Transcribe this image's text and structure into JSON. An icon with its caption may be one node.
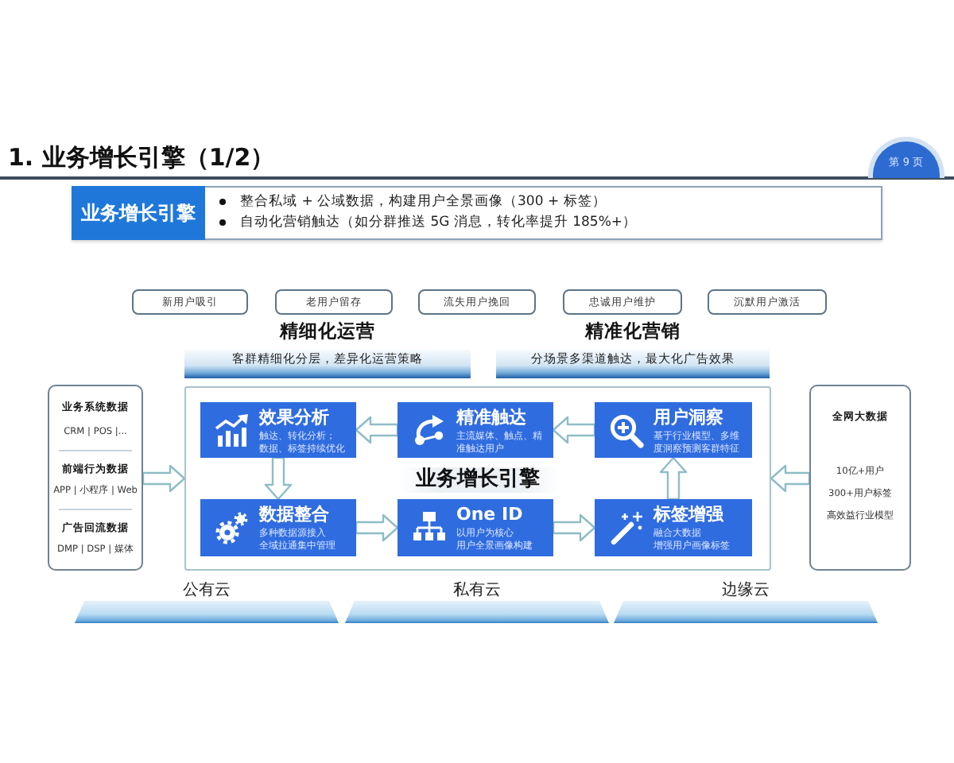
{
  "diagram": {
    "title": "1. 业务增长引擎（1/2）",
    "nodes": [
      {
        "text": [
          "第 9 页"
        ]
      },
      {
        "text": [
          "整合私域 + 公域数据，构建用户全景画像（300 + 标签）",
          "自动化营销触达（如分群推送 5G 消息，转化率提升 185%+）"
        ]
      },
      {
        "text": [
          "业务增长引擎"
        ],
        "in": 1
      },
      {
        "text": [
          "新用户吸引"
        ]
      },
      {
        "text": [
          "老用户留存"
        ]
      },
      {
        "text": [
          "流失用户挽回"
        ]
      },
      {
        "text": [
          "忠诚用户维护"
        ]
      },
      {
        "text": [
          "沉默用户激活"
        ]
      },
      {
        "text": [
          "精细化运营",
          "客群精细化分层，差异化运营策略"
        ]
      },
      {
        "text": [
          "精准化营销",
          "分场景多渠道触达，最大化广告效果"
        ]
      },
      {
        "text": [
          "业务系统数据",
          "CRM | POS |...",
          "前端行为数据",
          "APP | 小程序 | Web",
          "广告回流数据",
          "DMP | DSP | 媒体"
        ]
      },
      {
        "text": [
          "业务增长引擎"
        ]
      },
      {
        "text": [
          "效果分析",
          "触达、转化分析；",
          "数据、标签持续优化"
        ],
        "in": 11
      },
      {
        "text": [
          "精准触达",
          "主流媒体、触点、精准触达用户"
        ],
        "in": 11
      },
      {
        "text": [
          "用户洞察",
          "基于行业模型、多维度洞察预测客群特征"
        ],
        "in": 11
      },
      {
        "text": [
          "数据整合",
          "多种数据源接入",
          "全域拉通集中管理"
        ],
        "in": 11
      },
      {
        "text": [
          "One ID",
          "以用户为核心",
          "用户全景画像构建"
        ],
        "in": 11
      },
      {
        "text": [
          "标签增强",
          "融合大数据",
          "增强用户画像标签"
        ],
        "in": 11
      },
      {
        "text": [
          "全网大数据",
          "10亿+用户",
          "300+用户标签",
          "高效益行业模型"
        ]
      },
      {
        "text": [
          "公有云"
        ]
      },
      {
        "text": [
          "私有云"
        ]
      },
      {
        "text": [
          "边缘云"
        ]
      }
    ],
    "edges": [
      {
        "from": 10,
        "to": 11,
        "arrow": "to"
      },
      {
        "from": 18,
        "to": 11,
        "arrow": "to"
      },
      {
        "from": 13,
        "to": 12,
        "arrow": "to"
      },
      {
        "from": 14,
        "to": 13,
        "arrow": "to"
      },
      {
        "from": 12,
        "to": 15,
        "arrow": "to"
      },
      {
        "from": 15,
        "to": 16,
        "arrow": "to"
      },
      {
        "from": 16,
        "to": 17,
        "arrow": "to"
      },
      {
        "from": 17,
        "to": 14,
        "arrow": "to"
      }
    ]
  }
}
